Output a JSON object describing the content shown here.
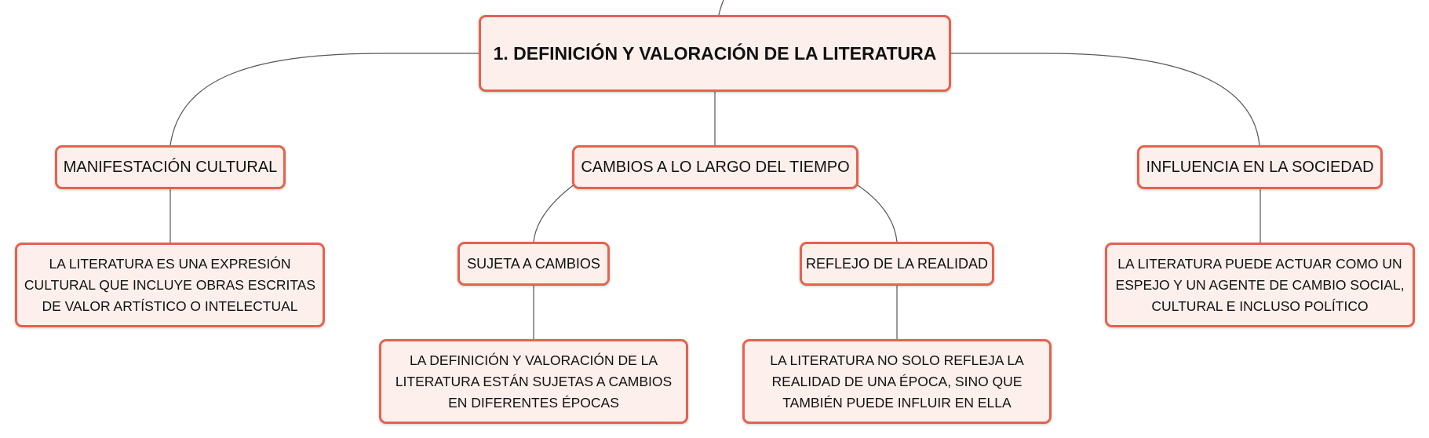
{
  "colors": {
    "node_border": "#e5624f",
    "node_fill": "#fdf0ec",
    "connector": "#555555",
    "text": "#111111"
  },
  "root": {
    "label": "1. DEFINICIÓN Y VALORACIÓN DE LA LITERATURA"
  },
  "branches": {
    "manifestacion": {
      "label": "MANIFESTACIÓN CULTURAL",
      "detail": "LA LITERATURA ES UNA EXPRESIÓN CULTURAL QUE INCLUYE OBRAS ESCRITAS DE VALOR ARTÍSTICO O INTELECTUAL"
    },
    "cambios": {
      "label": "CAMBIOS A LO LARGO DEL TIEMPO",
      "sujeta": {
        "label": "SUJETA A CAMBIOS",
        "detail": "LA DEFINICIÓN Y VALORACIÓN DE LA LITERATURA ESTÁN SUJETAS A CAMBIOS EN DIFERENTES ÉPOCAS"
      },
      "reflejo": {
        "label": "REFLEJO DE LA REALIDAD",
        "detail": "LA LITERATURA NO SOLO REFLEJA LA REALIDAD DE UNA ÉPOCA, SINO QUE TAMBIÉN PUEDE INFLUIR EN ELLA"
      }
    },
    "influencia": {
      "label": "INFLUENCIA EN LA SOCIEDAD",
      "detail": "LA LITERATURA PUEDE ACTUAR COMO UN ESPEJO Y UN AGENTE DE CAMBIO SOCIAL, CULTURAL E INCLUSO POLÍTICO"
    }
  }
}
